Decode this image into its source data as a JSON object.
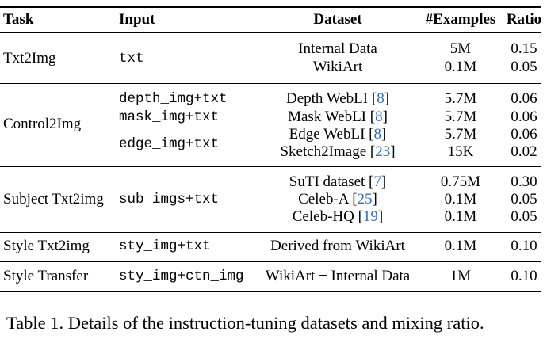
{
  "table": {
    "headers": {
      "task": "Task",
      "input": "Input",
      "dataset": "Dataset",
      "examples": "#Examples",
      "ratio": "Ratio"
    },
    "groups": [
      {
        "task": "Txt2Img",
        "inputs": [
          "txt"
        ],
        "rows": [
          {
            "dataset": "Internal Data",
            "ref": "",
            "examples": "5M",
            "ratio": "0.15"
          },
          {
            "dataset": "WikiArt",
            "ref": "",
            "examples": "0.1M",
            "ratio": "0.05"
          }
        ]
      },
      {
        "task": "Control2Img",
        "inputs": [
          "depth_img+txt",
          "mask_img+txt",
          "edge_img+txt"
        ],
        "rows": [
          {
            "dataset": "Depth WebLI",
            "ref": "8",
            "examples": "5.7M",
            "ratio": "0.06"
          },
          {
            "dataset": "Mask WebLI",
            "ref": "8",
            "examples": "5.7M",
            "ratio": "0.06"
          },
          {
            "dataset": "Edge WebLI",
            "ref": "8",
            "examples": "5.7M",
            "ratio": "0.06"
          },
          {
            "dataset": "Sketch2Image",
            "ref": "23",
            "examples": "15K",
            "ratio": "0.02"
          }
        ]
      },
      {
        "task": "Subject Txt2img",
        "inputs": [
          "sub_imgs+txt"
        ],
        "rows": [
          {
            "dataset": "SuTI dataset",
            "ref": "7",
            "examples": "0.75M",
            "ratio": "0.30"
          },
          {
            "dataset": "Celeb-A",
            "ref": "25",
            "examples": "0.1M",
            "ratio": "0.05"
          },
          {
            "dataset": "Celeb-HQ",
            "ref": "19",
            "examples": "0.1M",
            "ratio": "0.05"
          }
        ]
      },
      {
        "task": "Style Txt2img",
        "inputs": [
          "sty_img+txt"
        ],
        "rows": [
          {
            "dataset": "Derived from WikiArt",
            "ref": "",
            "examples": "0.1M",
            "ratio": "0.10"
          }
        ]
      },
      {
        "task": "Style Transfer",
        "inputs": [
          "sty_img+ctn_img"
        ],
        "rows": [
          {
            "dataset": "WikiArt + Internal Data",
            "ref": "",
            "examples": "1M",
            "ratio": "0.10"
          }
        ]
      }
    ]
  },
  "caption": "Table 1. Details of the instruction-tuning datasets and mixing ratio."
}
